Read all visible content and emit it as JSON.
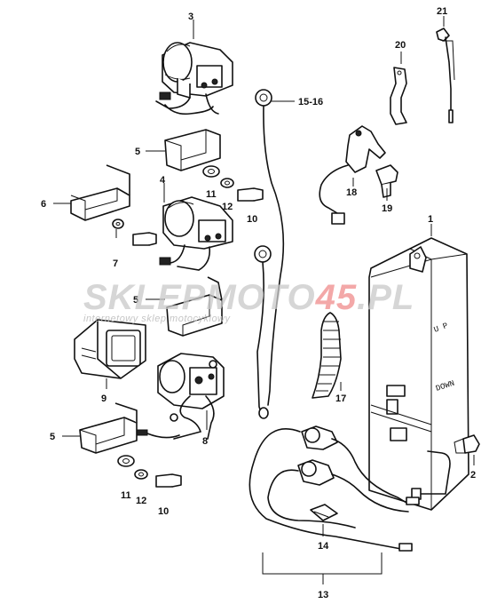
{
  "watermark": {
    "brand_main": "SKLEPMOTO",
    "brand_accent": "45",
    "brand_suffix": ".PL",
    "tagline": "internetowy sklep motocyklowy",
    "accent_color": "#f08c8c",
    "main_color": "#c9c9c9"
  },
  "callouts": {
    "p1": "1",
    "p2": "2",
    "p3": "3",
    "p4": "4",
    "p5a": "5",
    "p5b": "5",
    "p5c": "5",
    "p6": "6",
    "p7": "7",
    "p8": "8",
    "p9": "9",
    "p10a": "10",
    "p10b": "10",
    "p11a": "11",
    "p11b": "11",
    "p12a": "12",
    "p12b": "12",
    "p13": "13",
    "p14": "14",
    "p15_16": "15-16",
    "p17": "17",
    "p18": "18",
    "p19": "19",
    "p20": "20",
    "p21": "21"
  },
  "box_labels": {
    "up": "U P",
    "down": "DOWN"
  }
}
